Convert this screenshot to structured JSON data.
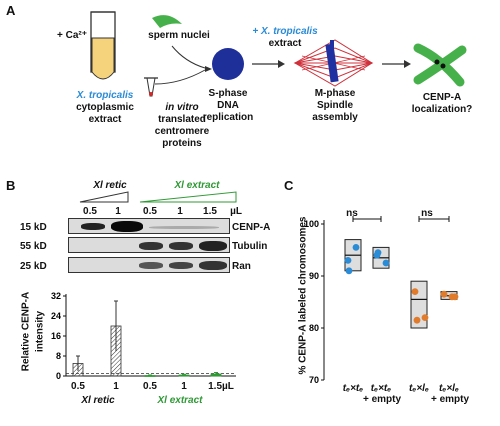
{
  "panelA": {
    "letter": "A",
    "calcium": "+ Ca²⁺",
    "tropicalis": "X. tropicalis",
    "cytoplasmic": "cytoplasmic",
    "extract": "extract",
    "sperm": "sperm nuclei",
    "invitro": "in vitro",
    "translated": "translated",
    "centromere": "centromere",
    "proteins": "proteins",
    "plus_trop": "+ X. tropicalis",
    "extract2": "extract",
    "sphase": "S-phase",
    "dna": "DNA",
    "replication": "replication",
    "mphase": "M-phase",
    "spindle": "Spindle",
    "assembly": "assembly",
    "cenpa": "CENP-A",
    "localization": "localization?"
  },
  "panelB": {
    "letter": "B",
    "xl_retic": "Xl retic",
    "xl_extract": "Xl extract",
    "lanes": [
      "0.5",
      "1",
      "0.5",
      "1",
      "1.5",
      "µL"
    ],
    "rows": [
      {
        "kd": "15 kD",
        "protein": "CENP-A"
      },
      {
        "kd": "55 kD",
        "protein": "Tubulin"
      },
      {
        "kd": "25 kD",
        "protein": "Ran"
      }
    ],
    "ylabel_line1": "Relative CENP-A",
    "ylabel_line2": "intensity",
    "xtick_labels": [
      "0.5",
      "1",
      "0.5",
      "1",
      "1.5µL"
    ],
    "group_retic": "Xl retic",
    "group_extract": "Xl extract"
  },
  "panelC": {
    "letter": "C",
    "ylabel": "% CENP-A labeled chromosomes",
    "ns1": "ns",
    "ns2": "ns",
    "groups": [
      {
        "line1": "tₑ×tₑ",
        "line2": ""
      },
      {
        "line1": "tₑ×tₑ",
        "line2": "+ empty"
      },
      {
        "line1": "tₑ×lₑ",
        "line2": ""
      },
      {
        "line1": "tₑ×lₑ",
        "line2": "+ empty"
      }
    ]
  },
  "colors": {
    "blue": "#2a8bd6",
    "green": "#2f9a35",
    "orange": "#e07b2c",
    "spindle_red": "#d0303a",
    "dna_blue": "#1e2f9a"
  },
  "chart_data": [
    {
      "type": "bar",
      "categories": [
        "0.5",
        "1",
        "0.5",
        "1",
        "1.5µL"
      ],
      "values": [
        5,
        20,
        0.2,
        0.4,
        0.8
      ],
      "errors": [
        3,
        10,
        0.2,
        0.3,
        0.6
      ],
      "ylabel": "Relative CENP-A intensity",
      "ylim": [
        0,
        32
      ],
      "yticks": [
        0,
        8,
        16,
        24,
        32
      ],
      "group_labels": [
        "Xl retic",
        "Xl extract"
      ]
    },
    {
      "type": "scatter",
      "ylabel": "% CENP-A labeled chromosomes",
      "ylim": [
        70,
        100
      ],
      "yticks": [
        70,
        80,
        90,
        100
      ],
      "series": [
        {
          "points": [
            93,
            95.5,
            91
          ],
          "box": [
            91,
            97
          ],
          "median": 94,
          "color": "#2a8bd6"
        },
        {
          "points": [
            94,
            92.5,
            94.5
          ],
          "box": [
            91.5,
            95.5
          ],
          "median": 93.5,
          "color": "#2a8bd6"
        },
        {
          "points": [
            87,
            82,
            81.5
          ],
          "box": [
            80,
            89
          ],
          "median": 85.5,
          "color": "#e07b2c"
        },
        {
          "points": [
            86.5,
            86,
            86
          ],
          "box": [
            85.5,
            87
          ],
          "median": 86.2,
          "color": "#e07b2c"
        }
      ],
      "significance": [
        "ns",
        "ns"
      ]
    }
  ]
}
